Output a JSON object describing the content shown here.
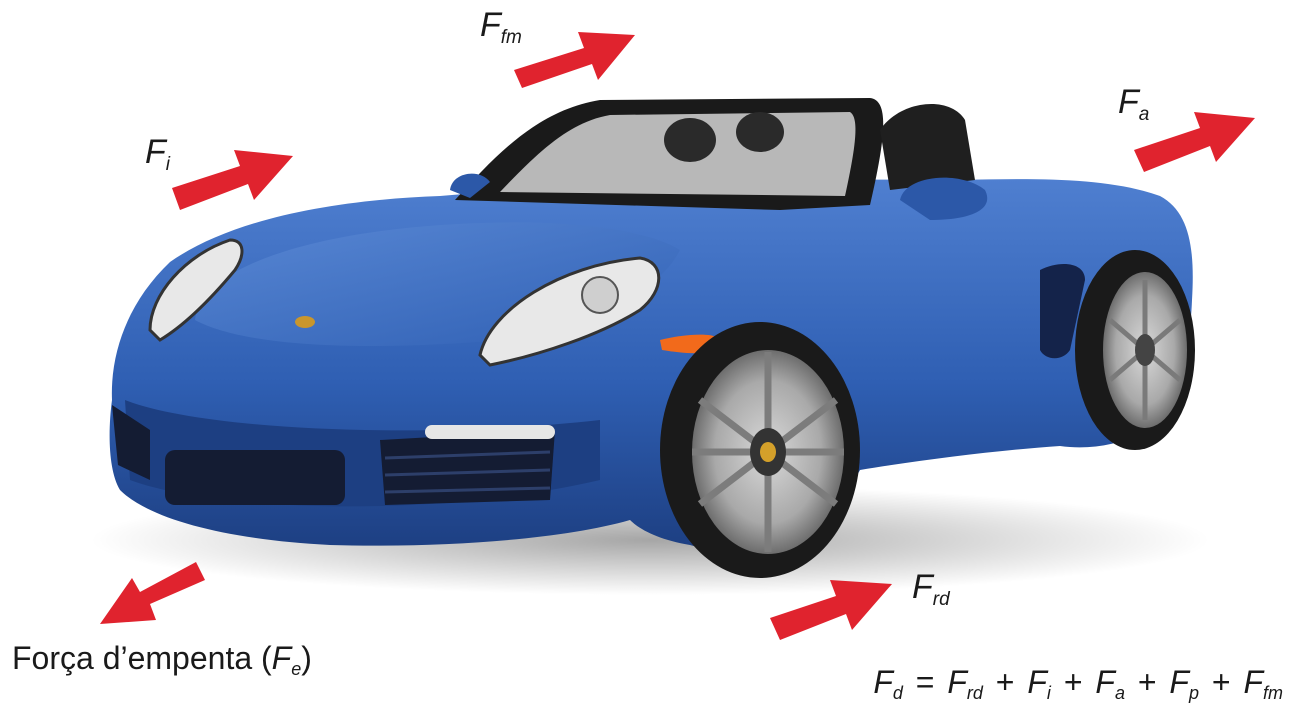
{
  "forces": {
    "fm": {
      "symbol": "F",
      "sub": "fm",
      "color": "#e0232e"
    },
    "i": {
      "symbol": "F",
      "sub": "i",
      "color": "#e0232e"
    },
    "a": {
      "symbol": "F",
      "sub": "a",
      "color": "#e0232e"
    },
    "rd": {
      "symbol": "F",
      "sub": "rd",
      "color": "#e0232e"
    },
    "e": {
      "symbol": "F",
      "sub": "e",
      "color": "#e0232e"
    }
  },
  "caption": {
    "prefix": "Força d’empenta (",
    "symbol": "F",
    "sub": "e",
    "suffix": ")"
  },
  "equation": {
    "lhs": {
      "symbol": "F",
      "sub": "d"
    },
    "equals": "=",
    "plus": "+",
    "terms": [
      {
        "symbol": "F",
        "sub": "rd"
      },
      {
        "symbol": "F",
        "sub": "i"
      },
      {
        "symbol": "F",
        "sub": "a"
      },
      {
        "symbol": "F",
        "sub": "p"
      },
      {
        "symbol": "F",
        "sub": "fm"
      }
    ]
  },
  "car": {
    "body_color": "#2f5fb3",
    "icon": "convertible-sports-car-image"
  }
}
